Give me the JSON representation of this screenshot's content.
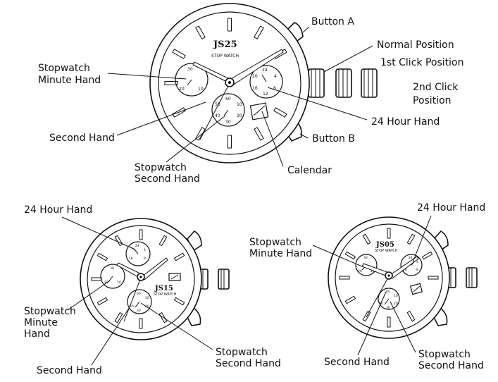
{
  "labels": {
    "button_a": "Button A",
    "normal_position": "Normal Position",
    "first_click_position": "1st Click Position",
    "second_click_position_l1": "2nd Click",
    "second_click_position_l2": "Position",
    "stopwatch_minute_hand_l1": "Stopwatch",
    "stopwatch_minute_hand_l2": "Minute Hand",
    "second_hand": "Second Hand",
    "hour24_hand": "24 Hour Hand",
    "button_b": "Button B",
    "stopwatch_second_hand_l1": "Stopwatch",
    "stopwatch_second_hand_l2": "Second Hand",
    "calendar": "Calendar"
  },
  "labels_js15": {
    "hour24_hand": "24 Hour Hand",
    "stopwatch_minute_l1": "Stopwatch",
    "stopwatch_minute_l2": "Minute",
    "stopwatch_minute_l3": "Hand",
    "second_hand": "Second Hand",
    "stopwatch_second_l1": "Stopwatch",
    "stopwatch_second_l2": "Second Hand"
  },
  "labels_js05": {
    "hour24_hand": "24 Hour Hand",
    "stopwatch_minute_l1": "Stopwatch",
    "stopwatch_minute_l2": "Minute Hand",
    "second_hand": "Second Hand",
    "stopwatch_second_l1": "Stopwatch",
    "stopwatch_second_l2": "Second Hand"
  },
  "watches": {
    "js25": {
      "brand": "JS25",
      "subtitle": "STOP WATCH"
    },
    "js15": {
      "brand": "JS15",
      "subtitle": "STOP WATCH"
    },
    "js05": {
      "brand": "JS05",
      "subtitle": "STOP WATCH"
    }
  },
  "dial_numbers": {
    "min30": [
      "30",
      "10",
      "20"
    ],
    "sec60": [
      "60",
      "10",
      "20",
      "30",
      "40",
      "50"
    ],
    "hr24": [
      "24",
      "4",
      "8",
      "12",
      "16",
      "20"
    ]
  }
}
